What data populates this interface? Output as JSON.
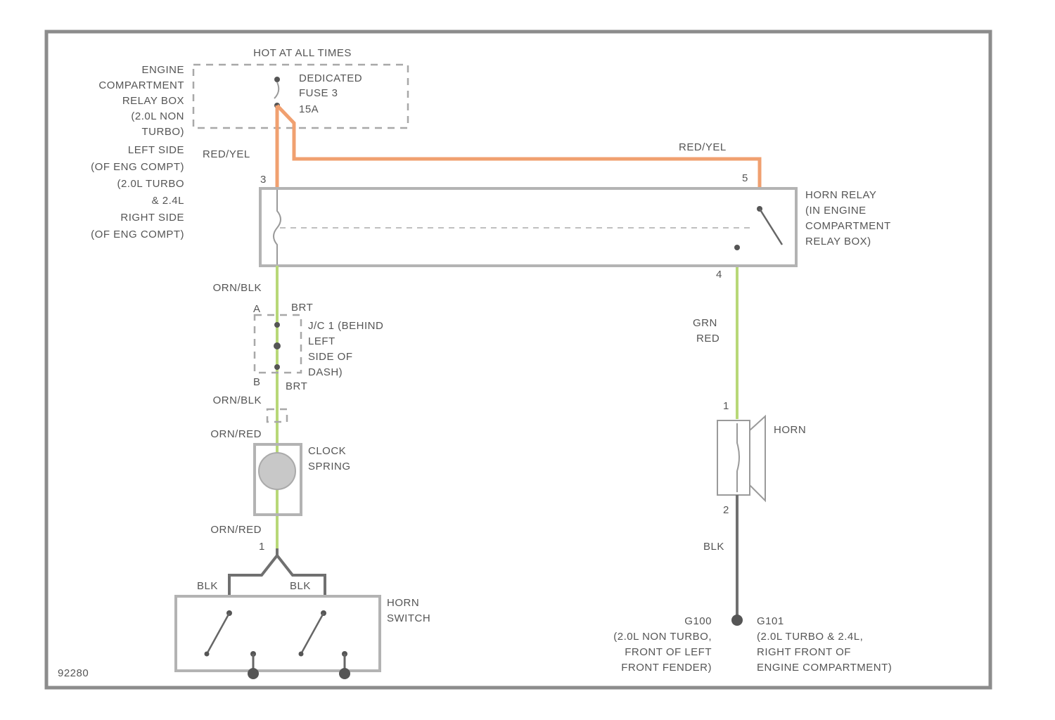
{
  "diagram": {
    "fusebox_label": [
      "ENGINE",
      "COMPARTMENT",
      "RELAY BOX",
      "(2.0L NON",
      "TURBO)",
      "LEFT SIDE",
      "(OF ENG COMPT)",
      "(2.0L TURBO",
      "& 2.4L",
      "RIGHT SIDE",
      "(OF ENG COMPT)"
    ],
    "hot_label": "HOT AT ALL TIMES",
    "fuse_label": [
      "DEDICATED",
      "FUSE 3",
      "15A"
    ],
    "wire_red_yel_left": "RED/YEL",
    "wire_red_yel_right": "RED/YEL",
    "relay_pin3": "3",
    "relay_pin5": "5",
    "relay_pin4": "4",
    "relay_label": [
      "HORN RELAY",
      "(IN ENGINE",
      "COMPARTMENT",
      "RELAY BOX)"
    ],
    "wire_org_blk_1": "ORN/BLK",
    "pin_a": "A",
    "pin_b": "B",
    "connector_1": "BRT",
    "connector_2": "BRT",
    "jc_label": [
      "J/C 1 (BEHIND",
      "LEFT",
      "SIDE OF",
      "DASH)"
    ],
    "wire_org_blk_2": "ORN/BLK",
    "wire_org_red_1": "ORN/RED",
    "clock_label": [
      "CLOCK",
      "SPRING"
    ],
    "wire_org_red_2": "ORN/RED",
    "pin_1": "1",
    "wire_blk_left": "BLK",
    "wire_blk_right": "BLK",
    "horn_switch_label": [
      "HORN",
      "SWITCH"
    ],
    "wire_grn_red": [
      "GRN",
      "RED"
    ],
    "horn_pin1": "1",
    "horn_pin2": "2",
    "horn_label": "HORN",
    "wire_blk_horn": "BLK",
    "ground1_label": [
      "G100",
      "(2.0L NON TURBO,",
      "FRONT OF LEFT",
      "FRONT FENDER)"
    ],
    "ground2_label": [
      "G101",
      "(2.0L TURBO & 2.4L,",
      "RIGHT FRONT OF",
      "ENGINE COMPARTMENT)"
    ],
    "figure_id": "92280"
  },
  "colors": {
    "wire_red_yel": "#f0a070",
    "wire_orn": "#b8d878",
    "wire_blk": "#707070",
    "frame": "#8c8c8c"
  }
}
